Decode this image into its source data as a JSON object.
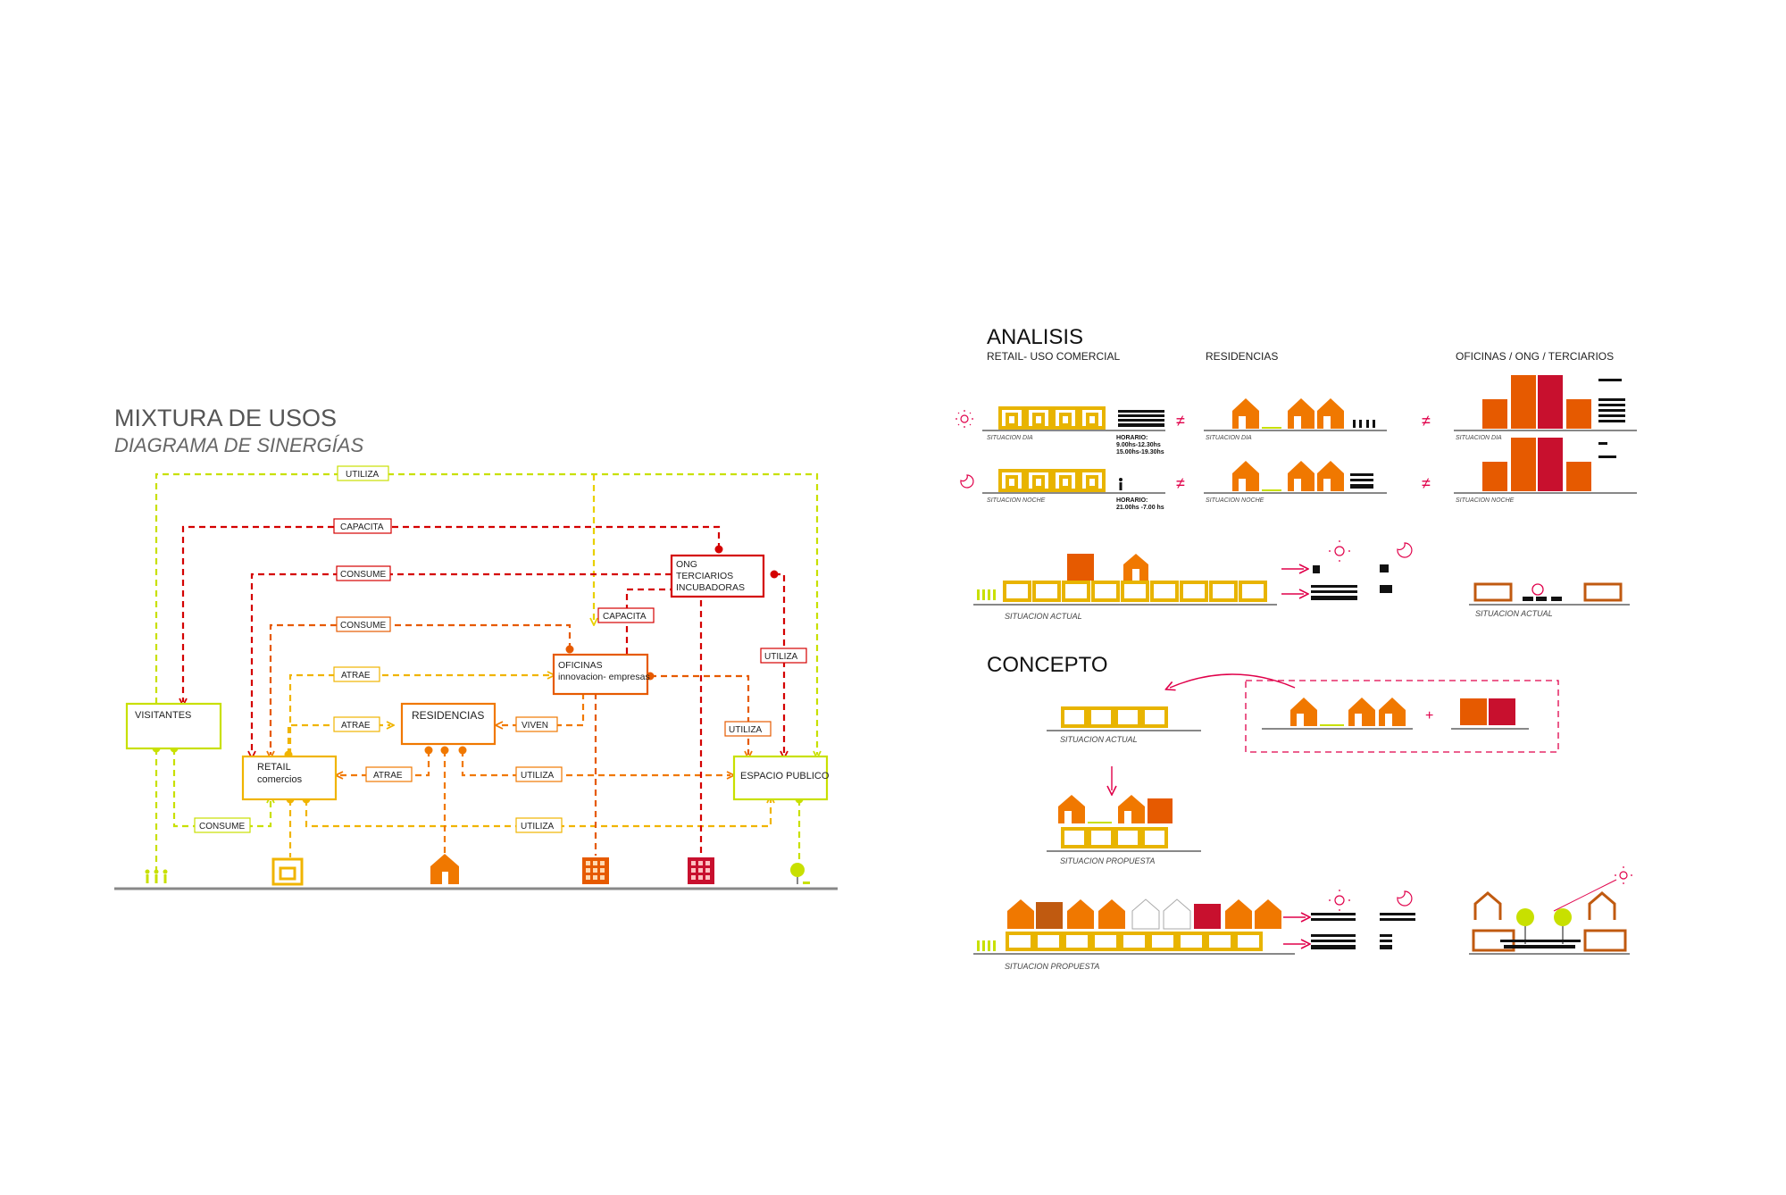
{
  "colors": {
    "lime": "#c8e000",
    "yellow": "#e8d000",
    "amber": "#f0b400",
    "orange": "#f07800",
    "dark_orange": "#e65a00",
    "red": "#d40000",
    "red_building": "#c8102e",
    "grey_line": "#888888",
    "building_brown": "#c05a10",
    "retail_gold": "#e8b400",
    "accent_pink": "#e0004a"
  },
  "left": {
    "title": "MIXTURA DE USOS",
    "subtitle": "DIAGRAMA DE SINERGÍAS",
    "nodes": {
      "visitantes": "VISITANTES",
      "retail_1": "RETAIL",
      "retail_2": "comercios",
      "residencias": "RESIDENCIAS",
      "oficinas_1": "OFICINAS",
      "oficinas_2": "innovacion- empresas",
      "ong_1": "ONG",
      "ong_2": "TERCIARIOS",
      "ong_3": "INCUBADORAS",
      "espacio": "ESPACIO PUBLICO"
    },
    "labels": {
      "utiliza_top": "UTILIZA",
      "capacita_top": "CAPACITA",
      "consume_1": "CONSUME",
      "consume_2": "CONSUME",
      "capacita_mid": "CAPACITA",
      "atrae_1": "ATRAE",
      "utiliza_right": "UTILIZA",
      "atrae_2": "ATRAE",
      "viven": "VIVEN",
      "utiliza_esp": "UTILIZA",
      "atrae_3": "ATRAE",
      "utiliza_res": "UTILIZA",
      "consume_bottom": "CONSUME",
      "utiliza_bottom": "UTILIZA"
    }
  },
  "right": {
    "analisis": "ANALISIS",
    "col_retail": "RETAIL- USO COMERCIAL",
    "col_res": "RESIDENCIAS",
    "col_ofi": "OFICINAS / ONG / TERCIARIOS",
    "sit_dia": "SITUACION DIA",
    "sit_noche": "SITUACION NOCHE",
    "horario_label": "HORARIO:",
    "horario_dia_1": "9.00hs-12.30hs",
    "horario_dia_2": "15.00hs-19.30hs",
    "horario_noche_1": "21.00hs -7.00 hs",
    "sit_actual": "SITUACION ACTUAL",
    "concepto": "CONCEPTO",
    "sit_propuesta": "SITUACION PROPUESTA",
    "neq": "≠",
    "plus": "+"
  }
}
